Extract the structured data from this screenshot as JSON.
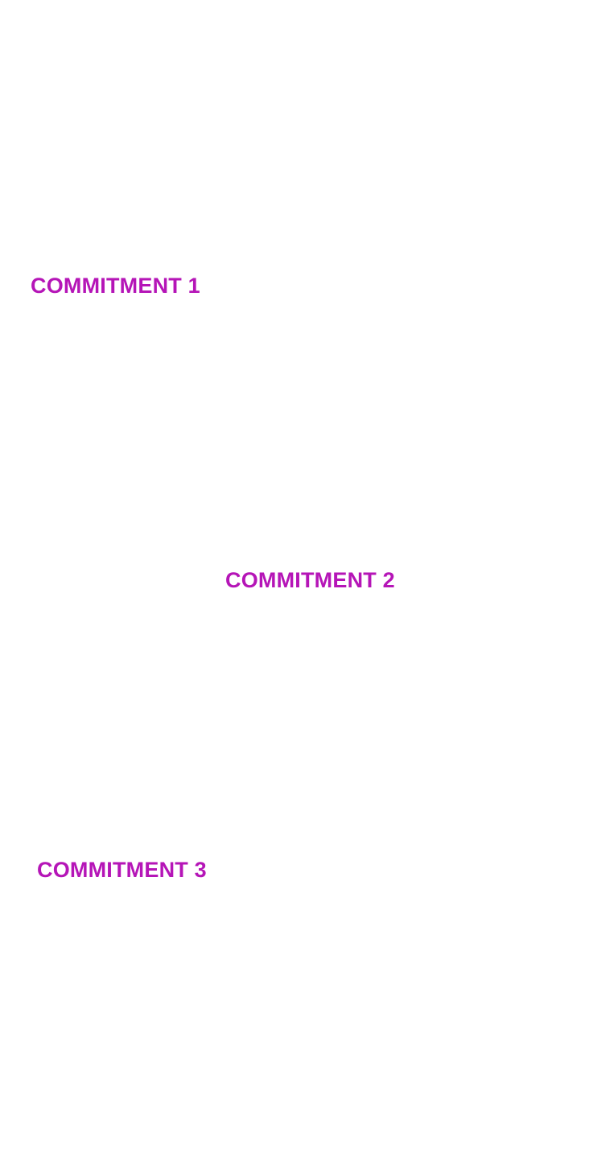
{
  "colors": {
    "background": "#ffffff",
    "heading": "#b515b7"
  },
  "commitments": [
    {
      "heading": "COMMITMENT 1"
    },
    {
      "heading": "COMMITMENT 2"
    },
    {
      "heading": "COMMITMENT 3"
    }
  ]
}
